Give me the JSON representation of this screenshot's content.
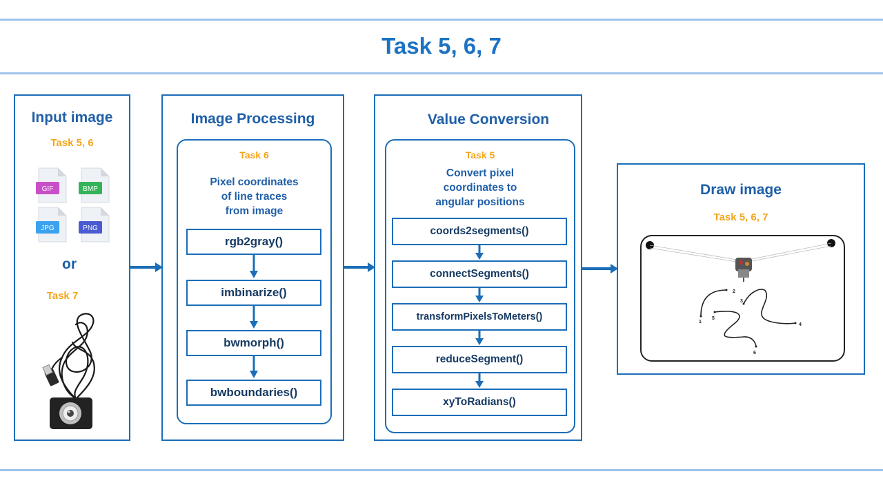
{
  "title": "Task 5, 6, 7",
  "input_panel": {
    "title": "Input image",
    "task_top": "Task 5, 6",
    "file_types": [
      "GIF",
      "BMP",
      "JPG",
      "PNG"
    ],
    "or_label": "or",
    "task_bottom": "Task 7",
    "webcam": "webcam-photo"
  },
  "processing_panel": {
    "title": "Image Processing",
    "task": "Task 6",
    "description": [
      "Pixel coordinates",
      "of line traces",
      "from image"
    ],
    "functions": [
      "rgb2gray()",
      "imbinarize()",
      "bwmorph()",
      "bwboundaries()"
    ]
  },
  "conversion_panel": {
    "title": "Value Conversion",
    "task": "Task 5",
    "description": [
      "Convert pixel",
      "coordinates to",
      "angular positions"
    ],
    "functions": [
      "coords2segments()",
      "connectSegments()",
      "transformPixelsToMeters()",
      "reduceSegment()",
      "xyToRadians()"
    ]
  },
  "draw_panel": {
    "title": "Draw image",
    "task": "Task 5, 6, 7",
    "point_labels": [
      "1",
      "2",
      "3",
      "4",
      "5",
      "6"
    ]
  },
  "colors": {
    "primary": "#1b6db8",
    "title": "#1b73c3",
    "task": "#f4a51c",
    "gif": "#c94fc9",
    "bmp": "#35b35a",
    "jpg": "#3aa2ef",
    "png": "#4a5bd1"
  }
}
